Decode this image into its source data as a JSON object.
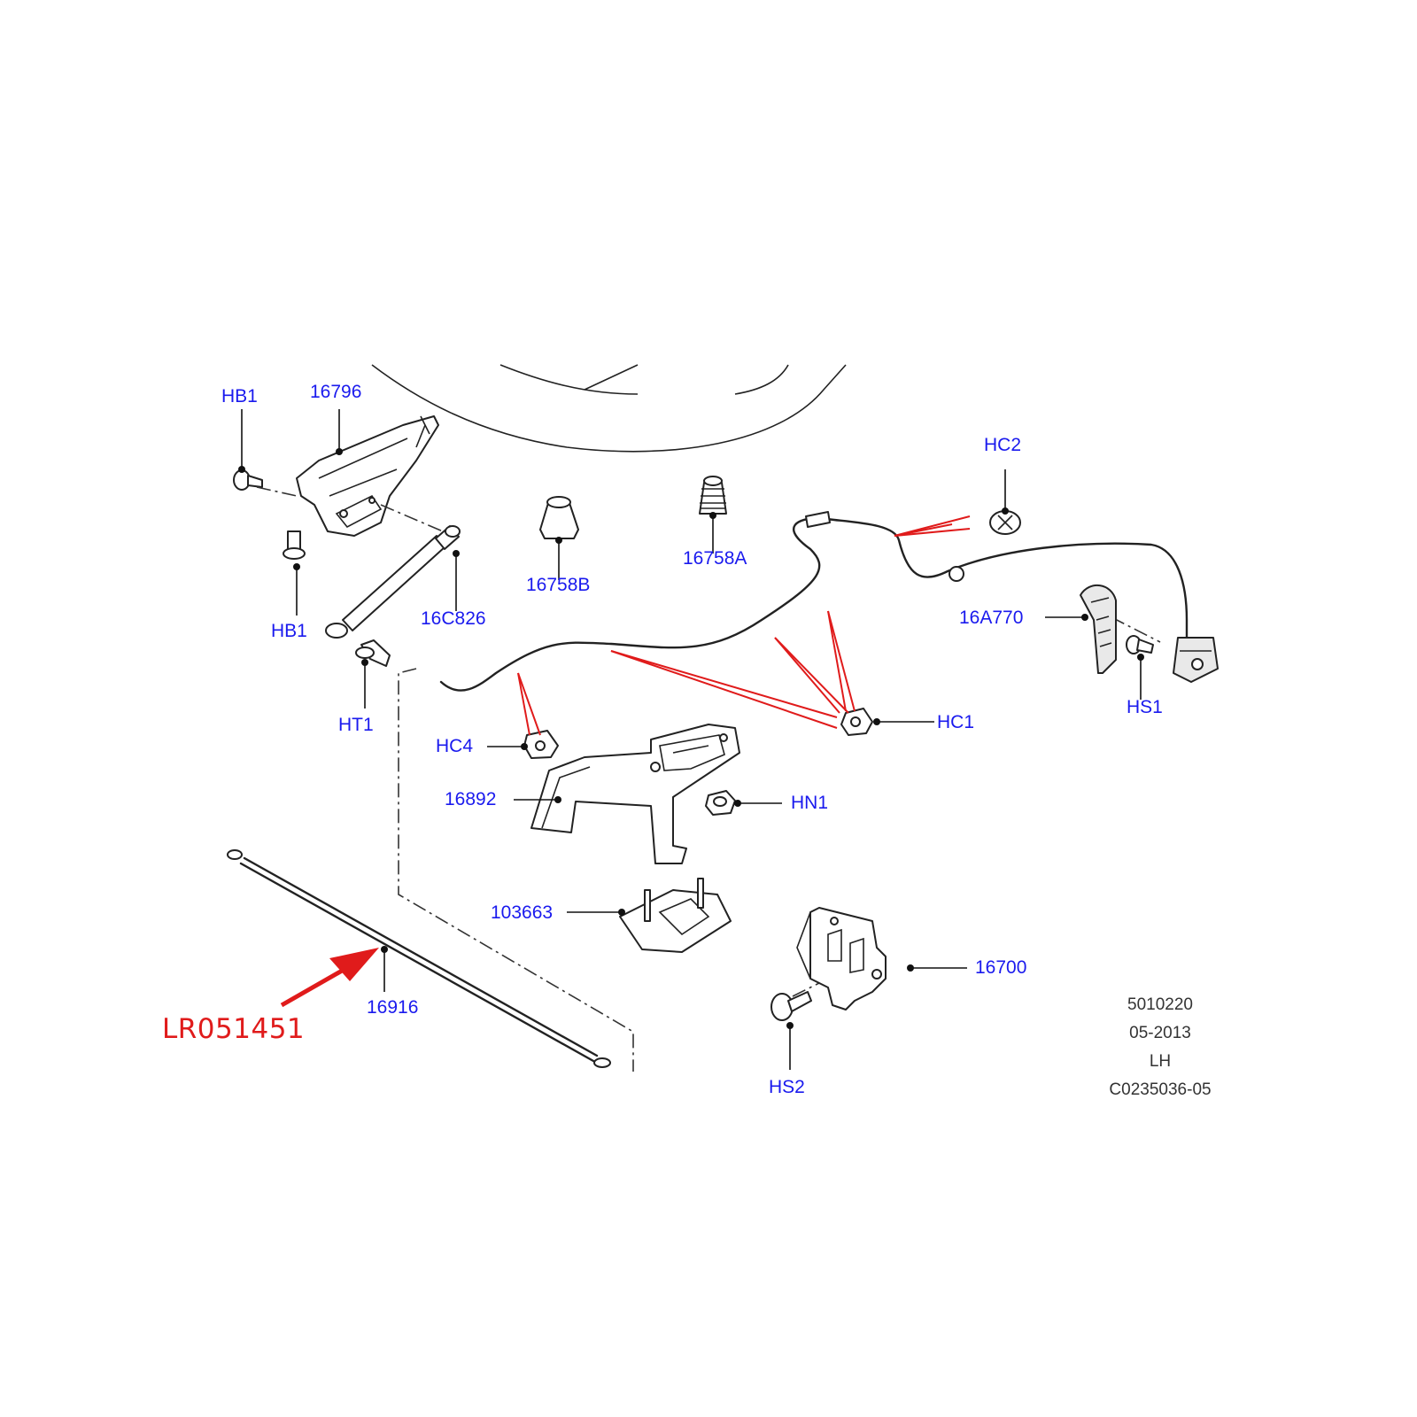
{
  "diagram": {
    "part_labels": {
      "hb1_top": "HB1",
      "p16796": "16796",
      "hb1_bottom": "HB1",
      "p16c826": "16C826",
      "ht1": "HT1",
      "p16758b": "16758B",
      "p16758a": "16758A",
      "hc2": "HC2",
      "p16a770": "16A770",
      "hs1": "HS1",
      "hc1": "HC1",
      "hc4": "HC4",
      "p16892": "16892",
      "hn1": "HN1",
      "p103663": "103663",
      "p16700": "16700",
      "hs2": "HS2",
      "p16916": "16916"
    },
    "callout": {
      "part_number": "LR051451",
      "color": "#e01b1b"
    },
    "footer": {
      "code": "5010220",
      "date": "05-2013",
      "side": "LH",
      "ref": "C0235036-05"
    },
    "colors": {
      "label": "#1a1aee",
      "callout": "#e01b1b",
      "linework": "#222222"
    }
  }
}
